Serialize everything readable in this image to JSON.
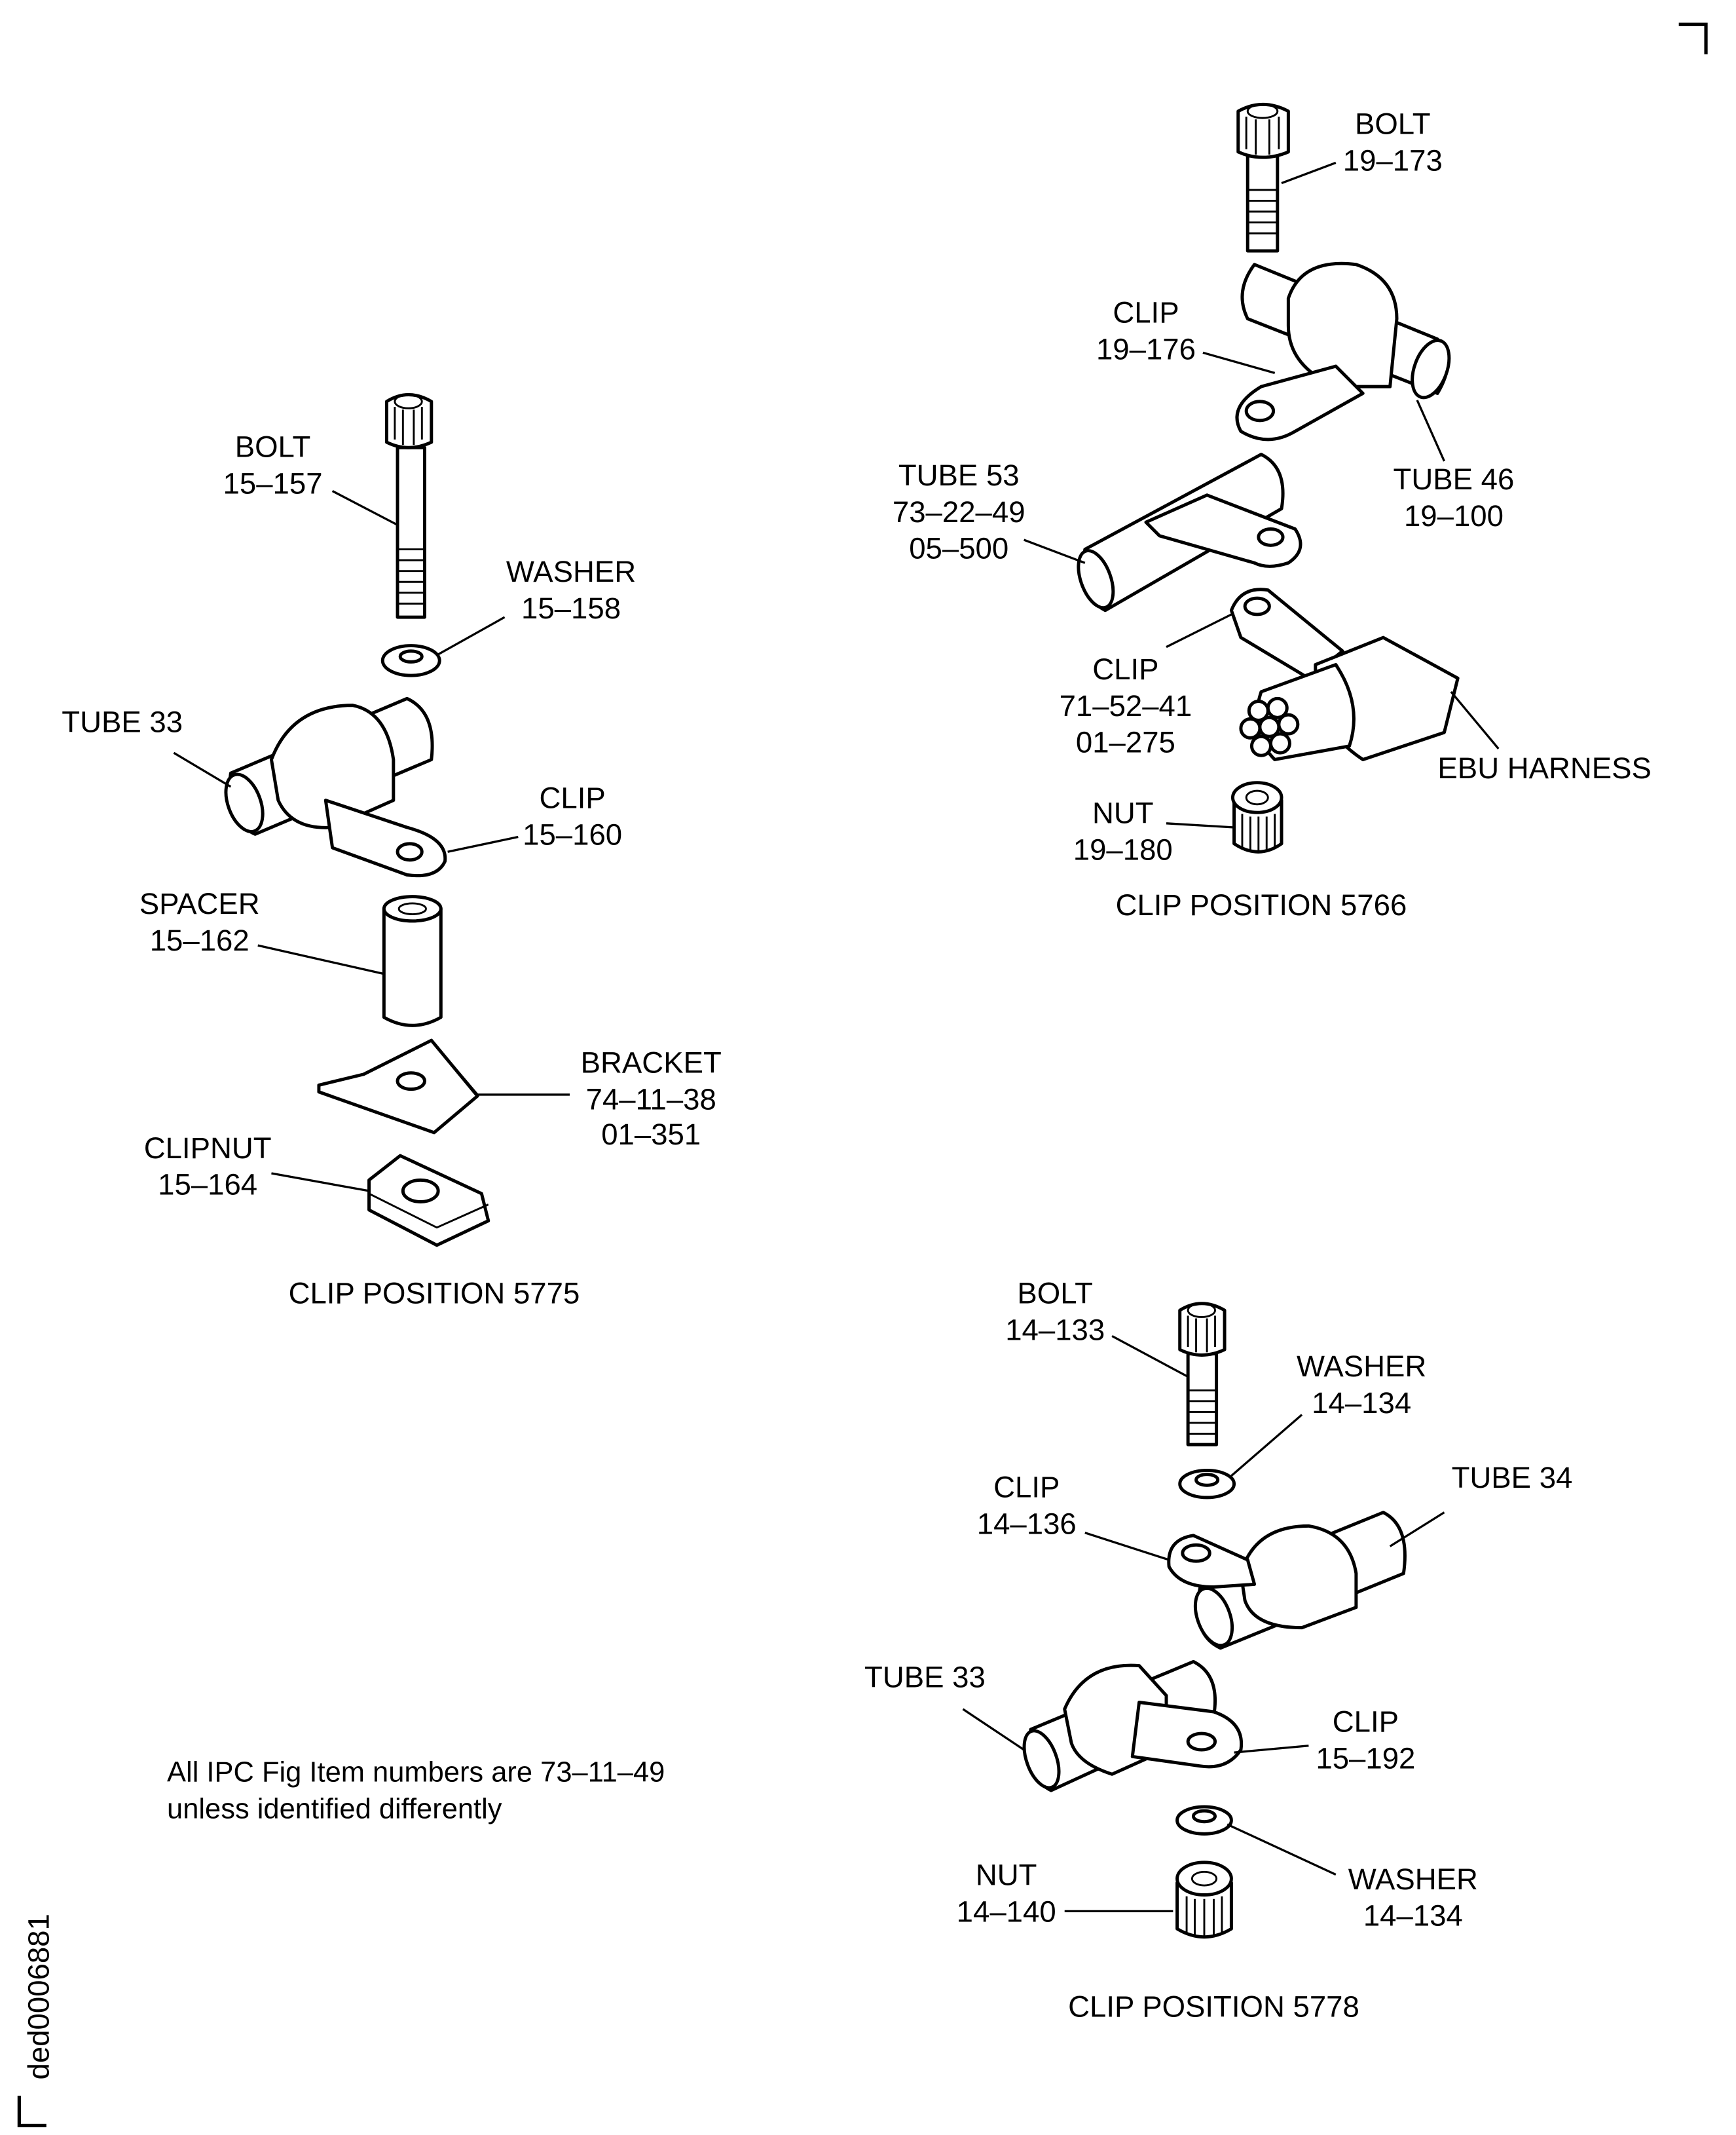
{
  "drawing_id": "ded0006881",
  "note": {
    "line1": "All IPC Fig Item numbers are 73–11–49",
    "line2": "unless identified differently"
  },
  "pos5775": {
    "title": "CLIP POSITION 5775",
    "bolt": [
      "BOLT",
      "15–157"
    ],
    "washer": [
      "WASHER",
      "15–158"
    ],
    "tube": [
      "TUBE 33"
    ],
    "clip": [
      "CLIP",
      "15–160"
    ],
    "spacer": [
      "SPACER",
      "15–162"
    ],
    "bracket": [
      "BRACKET",
      "74–11–38",
      "01–351"
    ],
    "clipnut": [
      "CLIPNUT",
      "15–164"
    ]
  },
  "pos5766": {
    "title": "CLIP POSITION 5766",
    "bolt": [
      "BOLT",
      "19–173"
    ],
    "clip1": [
      "CLIP",
      "19–176"
    ],
    "tube46": [
      "TUBE 46",
      "19–100"
    ],
    "tube53": [
      "TUBE 53",
      "73–22–49",
      "05–500"
    ],
    "clip2": [
      "CLIP",
      "71–52–41",
      "01–275"
    ],
    "harness": [
      "EBU HARNESS"
    ],
    "nut": [
      "NUT",
      "19–180"
    ]
  },
  "pos5778": {
    "title": "CLIP POSITION 5778",
    "bolt": [
      "BOLT",
      "14–133"
    ],
    "washer1": [
      "WASHER",
      "14–134"
    ],
    "tube34": [
      "TUBE 34"
    ],
    "clip1": [
      "CLIP",
      "14–136"
    ],
    "tube33": [
      "TUBE 33"
    ],
    "clip2": [
      "CLIP",
      "15–192"
    ],
    "washer2": [
      "WASHER",
      "14–134"
    ],
    "nut": [
      "NUT",
      "14–140"
    ]
  }
}
